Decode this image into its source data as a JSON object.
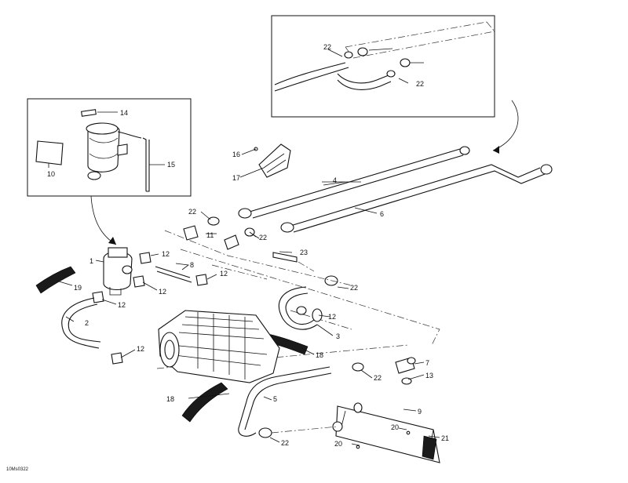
{
  "diagram": {
    "drawing_code": "10Ms0322",
    "callouts": {
      "c1": "1",
      "c2": "2",
      "c3": "3",
      "c4": "4",
      "c5": "5",
      "c6": "6",
      "c7": "7",
      "c8": "8",
      "c9": "9",
      "c10": "10",
      "c11": "11",
      "c12a": "12",
      "c12b": "12",
      "c12c": "12",
      "c12d": "12",
      "c12e": "12",
      "c12f": "12",
      "c13": "13",
      "c14": "14",
      "c15": "15",
      "c16": "16",
      "c17": "17",
      "c18a": "18",
      "c18b": "18",
      "c19": "19",
      "c20a": "20",
      "c20b": "20",
      "c21": "21",
      "c22a": "22",
      "c22b": "22",
      "c22c": "22",
      "c22d": "22",
      "c22e": "22",
      "c22f": "22",
      "c22g": "22",
      "c23": "23"
    }
  }
}
